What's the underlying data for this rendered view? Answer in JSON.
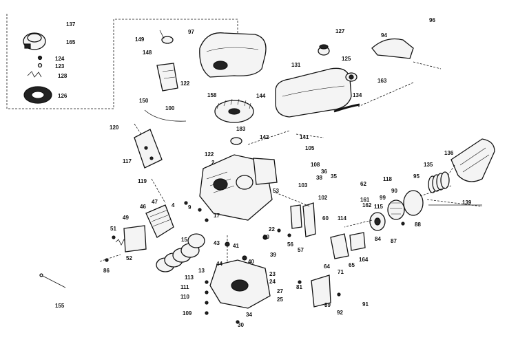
{
  "diagram": {
    "labels": {
      "p137": "137",
      "p165": "165",
      "p124": "124",
      "p123": "123",
      "p128": "128",
      "p126": "126",
      "p149": "149",
      "p148": "148",
      "p97": "97",
      "p122a": "122",
      "p100": "100",
      "p127": "127",
      "p125": "125",
      "p131": "131",
      "p144": "144",
      "p163": "163",
      "p94": "94",
      "p96": "96",
      "p134": "134",
      "p150": "150",
      "p158": "158",
      "p183": "183",
      "p120": "120",
      "p117": "117",
      "p119": "119",
      "p142": "142",
      "p141": "141",
      "p122b": "122",
      "p2": "2",
      "p105": "105",
      "p108": "108",
      "p36": "36",
      "p38": "38",
      "p35": "35",
      "p103": "103",
      "p102": "102",
      "p53": "53",
      "p62": "62",
      "p161": "161",
      "p162": "162",
      "p118": "118",
      "p95": "95",
      "p90": "90",
      "p99": "99",
      "p115": "115",
      "p136": "136",
      "p135": "135",
      "p139": "139",
      "p114": "114",
      "p88": "88",
      "p84": "84",
      "p87": "87",
      "p46": "46",
      "p47": "47",
      "p4": "4",
      "p9": "9",
      "p17": "17",
      "p51": "51",
      "p49": "49",
      "p52": "52",
      "p86": "86",
      "p15": "15",
      "p13": "13",
      "p43": "43",
      "p44": "44",
      "p41": "41",
      "p22": "22",
      "p20": "20",
      "p39": "39",
      "p40": "40",
      "p56": "56",
      "p57": "57",
      "p60": "60",
      "p64": "64",
      "p65": "65",
      "p164": "164",
      "p71": "71",
      "p81": "81",
      "p23": "23",
      "p24": "24",
      "p27": "27",
      "p25": "25",
      "p113": "113",
      "p111": "111",
      "p110": "110",
      "p109": "109",
      "p34": "34",
      "p30": "30",
      "p92": "92",
      "p91": "91",
      "p89": "89",
      "p155": "155"
    }
  }
}
